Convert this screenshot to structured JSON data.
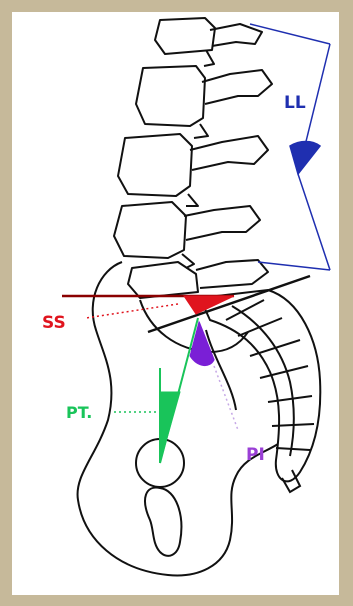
{
  "colors": {
    "frame": "#c6b99a",
    "background": "#ffffff",
    "outline": "#111111",
    "ll": "#1f2fb0",
    "ss": "#e0141e",
    "pt": "#19c45a",
    "pi": "#9a3fd6"
  },
  "labels": {
    "ll": "LL",
    "ss": "SS",
    "pt": "PT.",
    "pi": "PI"
  }
}
